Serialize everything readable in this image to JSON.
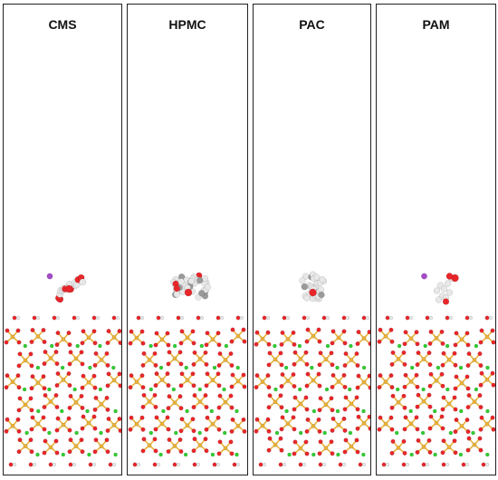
{
  "figure": {
    "panels": [
      {
        "id": "cms",
        "label": "CMS",
        "molecule": "compact-chain-with-sodium"
      },
      {
        "id": "hpmc",
        "label": "HPMC",
        "molecule": "bulky-cluster"
      },
      {
        "id": "pac",
        "label": "PAC",
        "molecule": "compact-cluster"
      },
      {
        "id": "pam",
        "label": "PAM",
        "molecule": "small-chain-with-sodium"
      }
    ],
    "colors": {
      "oxygen": "#e8262a",
      "silicon": "#e8b23a",
      "calcium": "#2fcf2f",
      "hydrogen": "#e8e8e8",
      "carbon": "#9a9a9a",
      "sodium": "#a44cc8",
      "frame": "#222222"
    }
  }
}
